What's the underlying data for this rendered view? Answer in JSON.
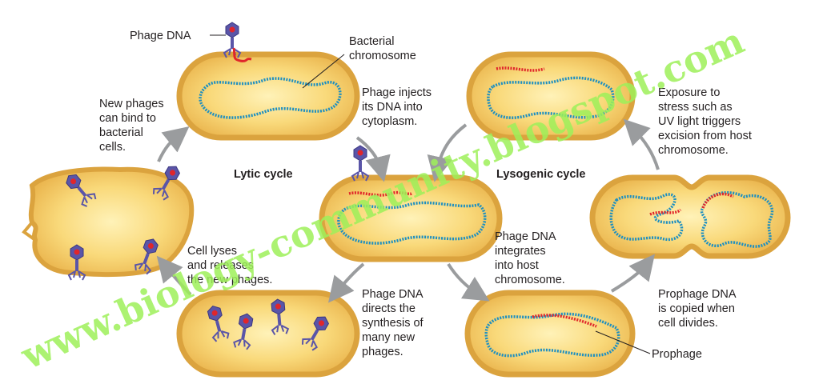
{
  "labels": {
    "phage_dna": "Phage DNA",
    "bacterial_chromosome": [
      "Bacterial",
      "chromosome"
    ],
    "phage_injects": [
      "Phage injects",
      "its DNA into",
      "cytoplasm."
    ],
    "new_phages_bind": [
      "New phages",
      "can bind to",
      "bacterial",
      "cells."
    ],
    "lytic_cycle": "Lytic cycle",
    "lysogenic_cycle": "Lysogenic cycle",
    "cell_lyses": [
      "Cell lyses",
      "and releases",
      "the new phages."
    ],
    "phage_dna_directs": [
      "Phage DNA",
      "directs the",
      "synthesis of",
      "many new",
      "phages."
    ],
    "phage_dna_integrates": [
      "Phage DNA",
      "integrates",
      "into host",
      "chromosome."
    ],
    "exposure_to_stress": [
      "Exposure to",
      "stress such as",
      "UV light triggers",
      "excision from host",
      "chromosome."
    ],
    "prophage_copied": [
      "Prophage DNA",
      "is copied when",
      "cell divides."
    ],
    "prophage": "Prophage"
  },
  "watermark": "www.biology-community.blogspot.com",
  "colors": {
    "cell_fill": "#f6c860",
    "cell_rim": "#e3a83a",
    "chromosome_dna": "#1e8fc0",
    "phage_dna": "#e0262b",
    "phage_body": "#5a55a8",
    "arrow": "#9a9c9e",
    "watermark": "#9ef05a"
  }
}
